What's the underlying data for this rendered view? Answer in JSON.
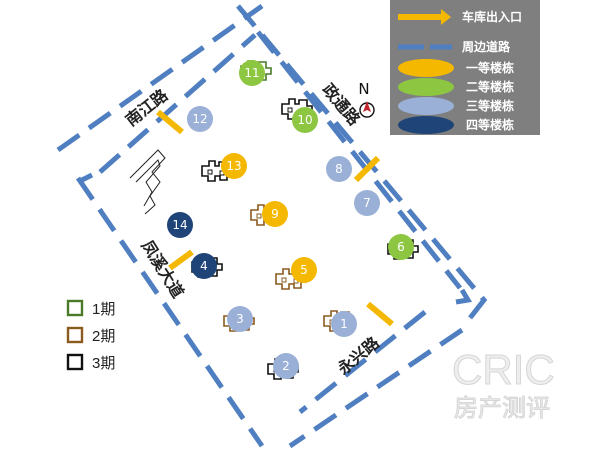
{
  "roads": [
    {
      "name": "南江路"
    },
    {
      "name": "政通路"
    },
    {
      "name": "凤溪大道"
    },
    {
      "name": "永兴路"
    }
  ],
  "north_label": "N",
  "legend": {
    "garage_entrance": "车库出入口",
    "perimeter_road": "周边道路",
    "grade1": "一等楼栋",
    "grade2": "二等楼栋",
    "grade3": "三等楼栋",
    "grade4": "四等楼栋"
  },
  "grade_colors": {
    "1": "#f5b800",
    "2": "#8dc641",
    "3": "#9ab0d6",
    "4": "#1f4477"
  },
  "buildings": [
    {
      "label": "1",
      "grade": 3
    },
    {
      "label": "2",
      "grade": 3
    },
    {
      "label": "3",
      "grade": 3
    },
    {
      "label": "4",
      "grade": 4
    },
    {
      "label": "5",
      "grade": 1
    },
    {
      "label": "6",
      "grade": 2
    },
    {
      "label": "7",
      "grade": 3
    },
    {
      "label": "8",
      "grade": 3
    },
    {
      "label": "9",
      "grade": 1
    },
    {
      "label": "10",
      "grade": 2
    },
    {
      "label": "11",
      "grade": 2
    },
    {
      "label": "12",
      "grade": 3
    },
    {
      "label": "13",
      "grade": 1
    },
    {
      "label": "14",
      "grade": 4
    }
  ],
  "phases": [
    {
      "label": "1期",
      "color": "#4a7a28"
    },
    {
      "label": "2期",
      "color": "#8a5a1e"
    },
    {
      "label": "3期",
      "color": "#111111"
    }
  ],
  "watermark": {
    "line1": "CRIC",
    "line2": "房产测评"
  }
}
